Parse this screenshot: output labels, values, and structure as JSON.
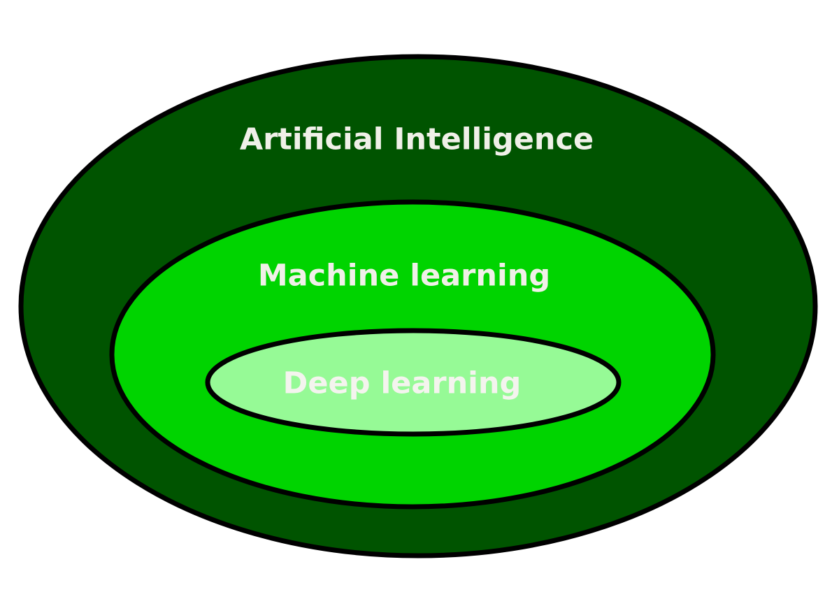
{
  "diagram": {
    "layers": {
      "outer": {
        "label": "Artificial Intelligence",
        "fill": "#005400",
        "text_color": "#f0f0e8"
      },
      "middle": {
        "label": "Machine learning",
        "fill": "#00d400",
        "text_color": "#f0f0e8"
      },
      "inner": {
        "label": "Deep learning",
        "fill": "#96fa96",
        "text_color": "#f4f4ee"
      }
    },
    "stroke_color": "#000000",
    "background": "#ffffff"
  }
}
